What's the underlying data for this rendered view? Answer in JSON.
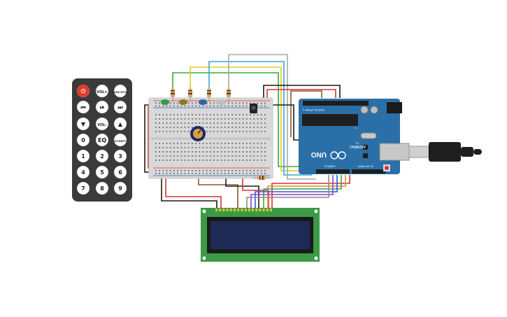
{
  "remote": {
    "buttons": [
      {
        "key": "power",
        "label": "⏻"
      },
      {
        "key": "vol-up",
        "label": "VOL+"
      },
      {
        "key": "func-stop",
        "label": "FUNC/STOP"
      },
      {
        "key": "prev",
        "label": "⏮"
      },
      {
        "key": "play-pause",
        "label": "⏯"
      },
      {
        "key": "next",
        "label": "⏭"
      },
      {
        "key": "down",
        "label": "▼"
      },
      {
        "key": "vol-down",
        "label": "VOL-"
      },
      {
        "key": "up",
        "label": "▲"
      },
      {
        "key": "zero",
        "label": "0"
      },
      {
        "key": "eq",
        "label": "EQ"
      },
      {
        "key": "st-rept",
        "label": "ST/REPT"
      },
      {
        "key": "one",
        "label": "1"
      },
      {
        "key": "two",
        "label": "2"
      },
      {
        "key": "three",
        "label": "3"
      },
      {
        "key": "four",
        "label": "4"
      },
      {
        "key": "five",
        "label": "5"
      },
      {
        "key": "six",
        "label": "6"
      },
      {
        "key": "seven",
        "label": "7"
      },
      {
        "key": "eight",
        "label": "8"
      },
      {
        "key": "nine",
        "label": "9"
      }
    ]
  },
  "arduino": {
    "brand": "ARDUINO",
    "model": "UNO",
    "digital_label": "DIGITAL (PWM~)",
    "power_label": "POWER",
    "analog_label": "ANALOG IN",
    "tx_label": "TX",
    "rx_label": "RX",
    "l_label": "L"
  },
  "colors": {
    "remote_body": "#3a3a3a",
    "power_button": "#e23a2a",
    "breadboard": "#d9d9d9",
    "arduino": "#2a6fa8",
    "lcd_board": "#3c9a45",
    "lcd_screen": "#1d2a55",
    "led_green": "#2f9e44",
    "led_yellow": "#8a7a1a",
    "led_blue": "#2a6aa0",
    "led_white": "#bfbfbf"
  }
}
